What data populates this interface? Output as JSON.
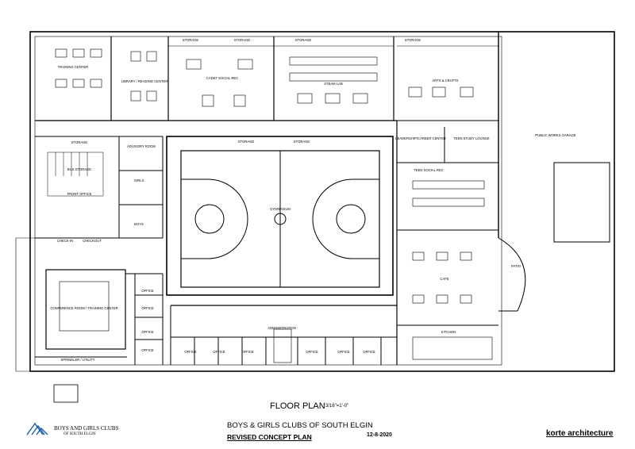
{
  "rooms": {
    "training_center": "TRAINING CENTER",
    "library": "LIBRARY / READING CENTER",
    "cadet_social_rec": "CADET SOCIAL REC",
    "steam_lab": "STEAM LAB",
    "arts_crafts": "ARTS & CRAFTS",
    "public_works_garage": "PUBLIC WORKS GARAGE",
    "storage": "STORAGE",
    "advisory_room": "ADVISORY ROOM",
    "leadership_career_center": "LEADERSHIP/CAREER CENTER",
    "teen_study_lounge": "TEEN STUDY LOUNGE",
    "bus_storage": "BUS STORAGE",
    "front_office": "FRONT OFFICE",
    "girls": "GIRLS",
    "boys": "BOYS",
    "gymnasium": "GYMNASIUM",
    "teen_social_rec": "TEEN SOCIAL REC",
    "check_in": "CHECK-IN",
    "checkout": "CHECKOUT",
    "conference_room": "CONFERENCE ROOM / TRAINING CENTER",
    "sprinkler": "SPRINKLER / UTILITY",
    "office": "OFFICE",
    "administration": "ADMINISTRATION",
    "cafe": "CAFE",
    "kitchen": "KITCHEN",
    "patio": "PATIO"
  },
  "title_block": {
    "drawing_title": "FLOOR PLAN",
    "scale": "3/16\"=1'-0\"",
    "project_name": "BOYS & GIRLS CLUBS OF SOUTH ELGIN",
    "plan_name": "REVISED CONCEPT PLAN",
    "date": "12-8-2020",
    "firm": "korte architecture",
    "logo_line1": "BOYS AND GIRLS CLUBS",
    "logo_line2": "OF SOUTH ELGIN"
  },
  "colors": {
    "line": "#000000",
    "logo_blue": "#1f5fa8",
    "background": "#ffffff"
  }
}
